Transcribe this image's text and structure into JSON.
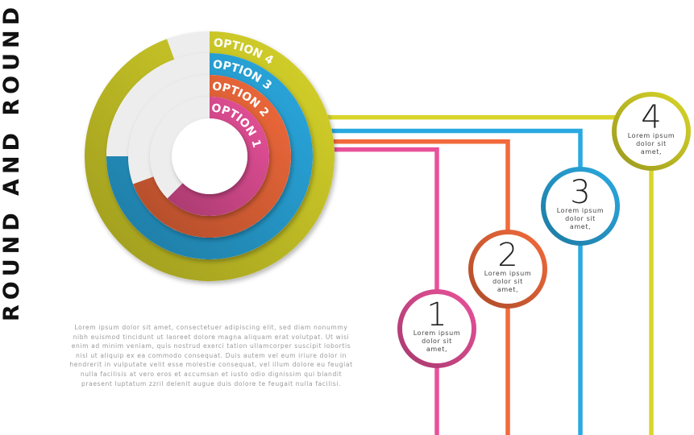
{
  "title": "ROUND AND ROUND",
  "options": [
    {
      "label": "OPTION 1",
      "number": "1",
      "caption": [
        "Lorem ipsum",
        "dolor sit",
        "amet,"
      ],
      "color": "#e9519a"
    },
    {
      "label": "OPTION 2",
      "number": "2",
      "caption": [
        "Lorem ipsum",
        "dolor sit",
        "amet,"
      ],
      "color": "#f26a3b"
    },
    {
      "label": "OPTION 3",
      "number": "3",
      "caption": [
        "Lorem ipsum",
        "dolor sit",
        "amet,"
      ],
      "color": "#2aa9e0"
    },
    {
      "label": "OPTION 4",
      "number": "4",
      "caption": [
        "Lorem ipsum",
        "dolor sit",
        "amet,"
      ],
      "color": "#d8d52a"
    }
  ],
  "paragraph": "Lorem ipsum dolor sit amet, consectetuer adipiscing elit, sed diam nonummy nibh euismod tincidunt ut laoreet dolore magna aliquam erat volutpat. Ut wisi enim ad minim veniam, quis nostrud exerci tation ullamcorper suscipit lobortis nisl ut aliquip ex ea commodo consequat. Duis autem vel eum iriure dolor in hendrerit in vulputate velit esse molestie consequat, vel illum dolore eu feugiat nulla facilisis at vero eros et accumsan et iusto odio dignissim qui blandit praesent luptatum zzril delenit augue duis dolore te feugait nulla facilisi."
}
